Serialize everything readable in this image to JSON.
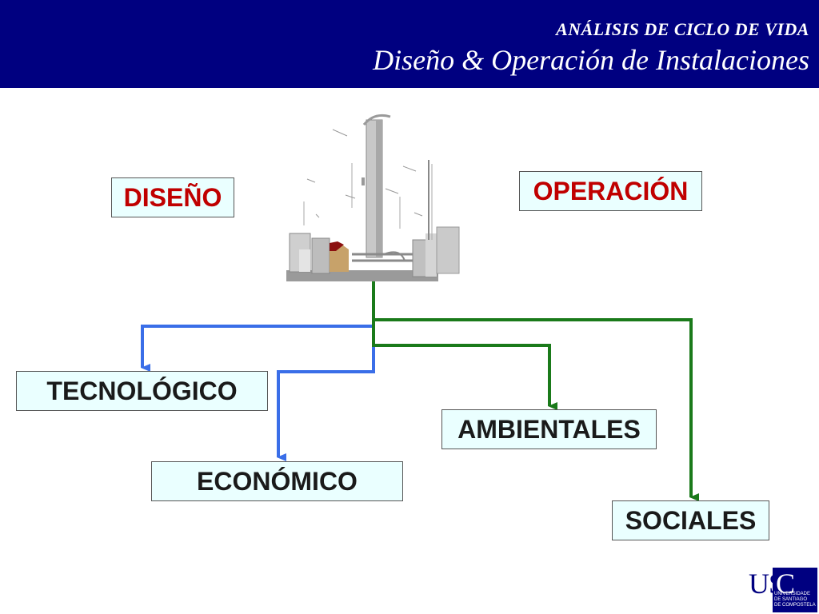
{
  "header": {
    "supertitle": "ANÁLISIS DE CICLO DE VIDA",
    "title": "Diseño & Operación de Instalaciones"
  },
  "nodes": {
    "diseno": "DISEÑO",
    "operacion": "OPERACIÓN",
    "tecnologico": "TECNOLÓGICO",
    "economico": "ECONÓMICO",
    "ambientales": "AMBIENTALES",
    "sociales": "SOCIALES"
  },
  "edges": [
    {
      "from": "facility",
      "to": "tecnologico",
      "color": "#3a6ee8"
    },
    {
      "from": "facility",
      "to": "economico",
      "color": "#3a6ee8"
    },
    {
      "from": "facility",
      "to": "ambientales",
      "color": "#1a7a1a"
    },
    {
      "from": "facility",
      "to": "sociales",
      "color": "#1a7a1a"
    }
  ],
  "colors": {
    "header_bg": "#000080",
    "box_fill": "#eaffff",
    "red_text": "#c00000",
    "blue_arrow": "#3a6ee8",
    "green_arrow": "#1a7a1a"
  },
  "facility_icon": "industrial-plant-illustration",
  "logo": {
    "letters": "US",
    "letter_c": "C",
    "subtitle": "UNIVERSIDADE\nDE SANTIAGO\nDE COMPOSTELA"
  }
}
